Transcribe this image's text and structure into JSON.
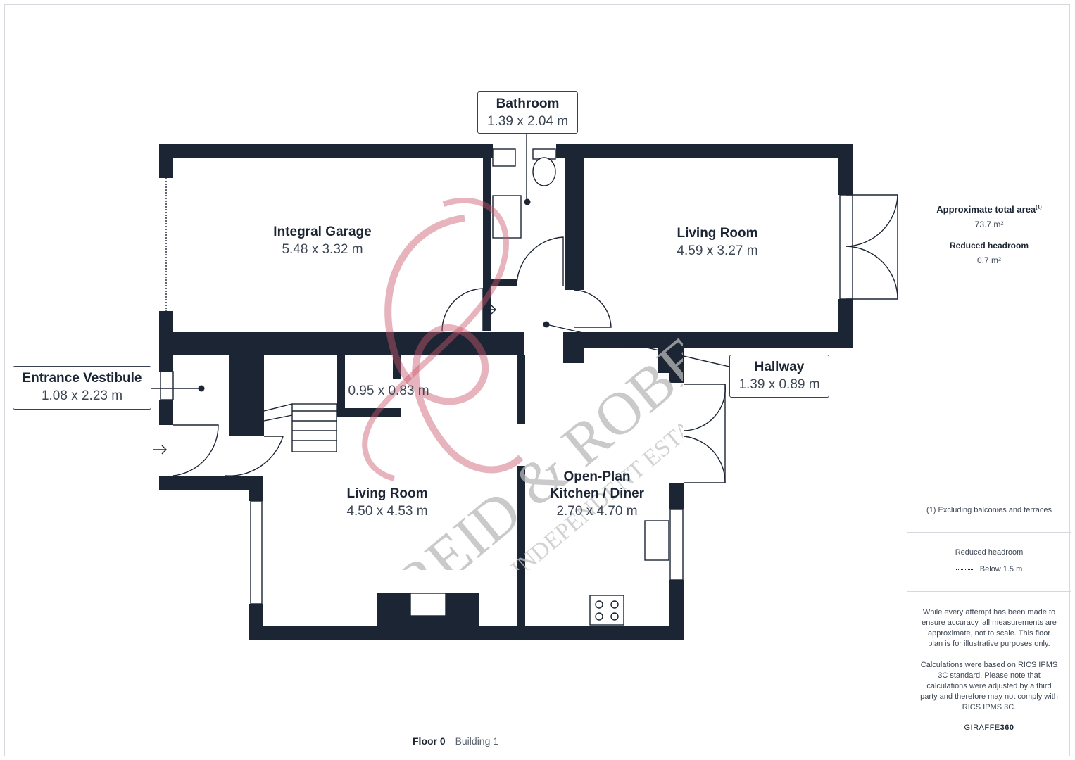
{
  "plan": {
    "floor_label": "Floor 0",
    "building_label": "Building 1",
    "watermark_text": "REID & ROBERTS",
    "watermark_subtext": "INDEPENDENT ESTATE AGENTS",
    "rooms": {
      "bathroom": {
        "name": "Bathroom",
        "dims": "1.39 x 2.04 m"
      },
      "garage": {
        "name": "Integral Garage",
        "dims": "5.48 x 3.32 m"
      },
      "living_room_right": {
        "name": "Living Room",
        "dims": "4.59 x 3.27 m"
      },
      "vestibule": {
        "name": "Entrance Vestibule",
        "dims": "1.08 x 2.23 m"
      },
      "cupboard": {
        "dims": "0.95 x 0.83 m"
      },
      "hallway": {
        "name": "Hallway",
        "dims": "1.39 x 0.89 m"
      },
      "living_room_main": {
        "name": "Living Room",
        "dims": "4.50 x 4.53 m"
      },
      "kitchen": {
        "name_line1": "Open-Plan",
        "name_line2": "Kitchen / Diner",
        "dims": "2.70 x 4.70 m"
      }
    }
  },
  "sidebar": {
    "total_area_label": "Approximate total area",
    "total_area_sup": "(1)",
    "total_area_value": "73.7 m²",
    "reduced_headroom_label": "Reduced headroom",
    "reduced_headroom_value": "0.7 m²",
    "footnote": "(1) Excluding balconies and terraces",
    "legend_title": "Reduced headroom",
    "legend_item": "Below 1.5 m",
    "disclaimer_1": "While every attempt has been made to ensure accuracy, all measurements are approximate, not to scale. This floor plan is for illustrative purposes only.",
    "disclaimer_2": "Calculations were based on RICS IPMS 3C standard. Please note that calculations were adjusted by a third party and therefore may not comply with RICS IPMS 3C.",
    "brand_prefix": "GIRAFFE",
    "brand_suffix": "360"
  },
  "colors": {
    "wall": "#1c2533",
    "watermark": "#c9566a",
    "watermark_text": "#b9b9b9"
  }
}
